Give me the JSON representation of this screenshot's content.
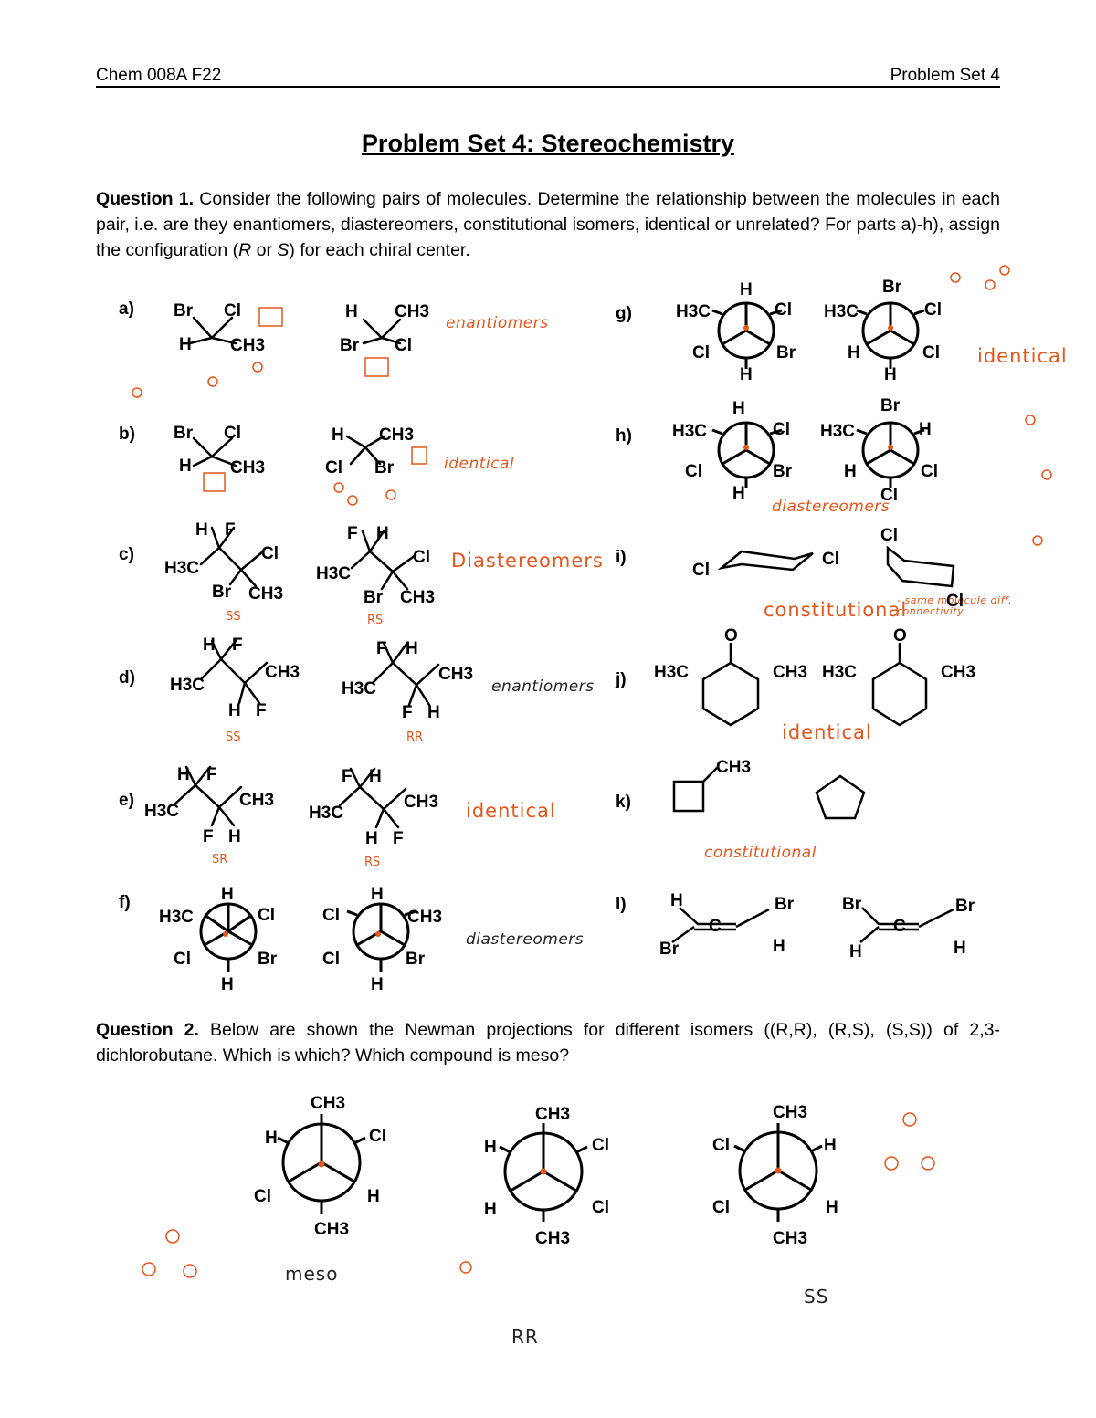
{
  "header": {
    "course": "Chem 008A F22",
    "set": "Problem Set 4"
  },
  "title": "Problem Set 4: Stereochemistry",
  "q1": {
    "label": "Question 1.",
    "text": " Consider the following pairs of molecules. Determine the relationship between the molecules in each pair, i.e. are they enantiomers, diastereomers, constitutional isomers, identical or unrelated? For parts a)-h), assign the configuration (",
    "r": "R",
    "or": " or ",
    "s": "S",
    "end": ") for each chiral center."
  },
  "parts": {
    "a": {
      "label": "a)",
      "answer": "enantiomers"
    },
    "b": {
      "label": "b)",
      "answer": "identical"
    },
    "c": {
      "label": "c)",
      "answer": "Diastereomers",
      "cfg1": "SS",
      "cfg2": "RS"
    },
    "d": {
      "label": "d)",
      "answer": "enantiomers",
      "cfg1": "SS",
      "cfg2": "RR"
    },
    "e": {
      "label": "e)",
      "answer": "identical",
      "cfg1": "SR",
      "cfg2": "RS"
    },
    "f": {
      "label": "f)",
      "answer": "diastereomers"
    },
    "g": {
      "label": "g)",
      "answer": "identical"
    },
    "h": {
      "label": "h)",
      "answer": "diastereomers"
    },
    "i": {
      "label": "i)",
      "answer": "constitutional",
      "note": "- same molecule diff. connectivity"
    },
    "j": {
      "label": "j)",
      "answer": "identical"
    },
    "k": {
      "label": "k)",
      "answer": "constitutional"
    },
    "l": {
      "label": "l)"
    }
  },
  "q2": {
    "label": "Question 2.",
    "text": " Below are shown the Newman projections for different isomers ((R,R), (R,S), (S,S)) of 2,3-dichlorobutane. Which is which? Which compound is meso?",
    "answers": [
      "meso",
      "RR",
      "SS"
    ]
  },
  "atoms": {
    "br": "Br",
    "cl": "Cl",
    "h": "H",
    "f": "F",
    "o": "O",
    "ch3": "CH3",
    "h3c": "H3C",
    "c": "C"
  }
}
